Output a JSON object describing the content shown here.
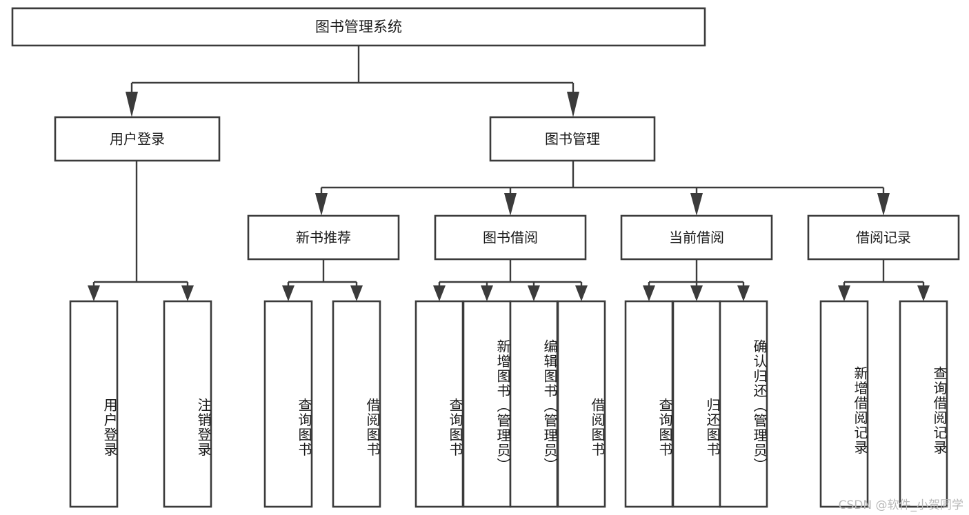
{
  "diagram": {
    "title": "图书管理系统",
    "type": "tree",
    "root": {
      "id": "root",
      "label": "图书管理系统",
      "orientation": "horizontal"
    },
    "level2": [
      {
        "id": "user-login",
        "label": "用户登录",
        "orientation": "horizontal"
      },
      {
        "id": "book-manage",
        "label": "图书管理",
        "orientation": "horizontal"
      }
    ],
    "level3": [
      {
        "id": "new-book-recommend",
        "label": "新书推荐",
        "orientation": "horizontal",
        "parent": "book-manage"
      },
      {
        "id": "book-borrow",
        "label": "图书借阅",
        "orientation": "horizontal",
        "parent": "book-manage"
      },
      {
        "id": "current-borrow",
        "label": "当前借阅",
        "orientation": "horizontal",
        "parent": "book-manage"
      },
      {
        "id": "borrow-record",
        "label": "借阅记录",
        "orientation": "horizontal",
        "parent": "book-manage"
      }
    ],
    "leaves": [
      {
        "id": "leaf-user-login",
        "label": "用户登录",
        "orientation": "vertical",
        "parent": "user-login"
      },
      {
        "id": "leaf-user-logout",
        "label": "注销登录",
        "orientation": "vertical",
        "parent": "user-login"
      },
      {
        "id": "leaf-query-book-1",
        "label": "查询图书",
        "orientation": "vertical",
        "parent": "new-book-recommend"
      },
      {
        "id": "leaf-borrow-book-1",
        "label": "借阅图书",
        "orientation": "vertical",
        "parent": "new-book-recommend"
      },
      {
        "id": "leaf-query-book-2",
        "label": "查询图书",
        "orientation": "vertical",
        "parent": "book-borrow"
      },
      {
        "id": "leaf-add-book",
        "label": "新增图书（管理员）",
        "orientation": "vertical",
        "parent": "book-borrow"
      },
      {
        "id": "leaf-edit-book",
        "label": "编辑图书（管理员）",
        "orientation": "vertical",
        "parent": "book-borrow"
      },
      {
        "id": "leaf-borrow-book-2",
        "label": "借阅图书",
        "orientation": "vertical",
        "parent": "book-borrow"
      },
      {
        "id": "leaf-query-book-3",
        "label": "查询图书",
        "orientation": "vertical",
        "parent": "current-borrow"
      },
      {
        "id": "leaf-return-book",
        "label": "归还图书",
        "orientation": "vertical",
        "parent": "current-borrow"
      },
      {
        "id": "leaf-confirm-return",
        "label": "确认归还（管理员）",
        "orientation": "vertical",
        "parent": "current-borrow"
      },
      {
        "id": "leaf-add-record",
        "label": "新增借阅记录",
        "orientation": "vertical",
        "parent": "borrow-record"
      },
      {
        "id": "leaf-query-record",
        "label": "查询借阅记录",
        "orientation": "vertical",
        "parent": "borrow-record"
      }
    ]
  },
  "watermark": {
    "text": "CSDN @软件_小贺同学"
  },
  "colors": {
    "box_stroke": "#3b3b3b",
    "box_fill": "#ffffff",
    "text": "#1a1a1a",
    "watermark": "#b9b9b9",
    "background": "#ffffff"
  }
}
